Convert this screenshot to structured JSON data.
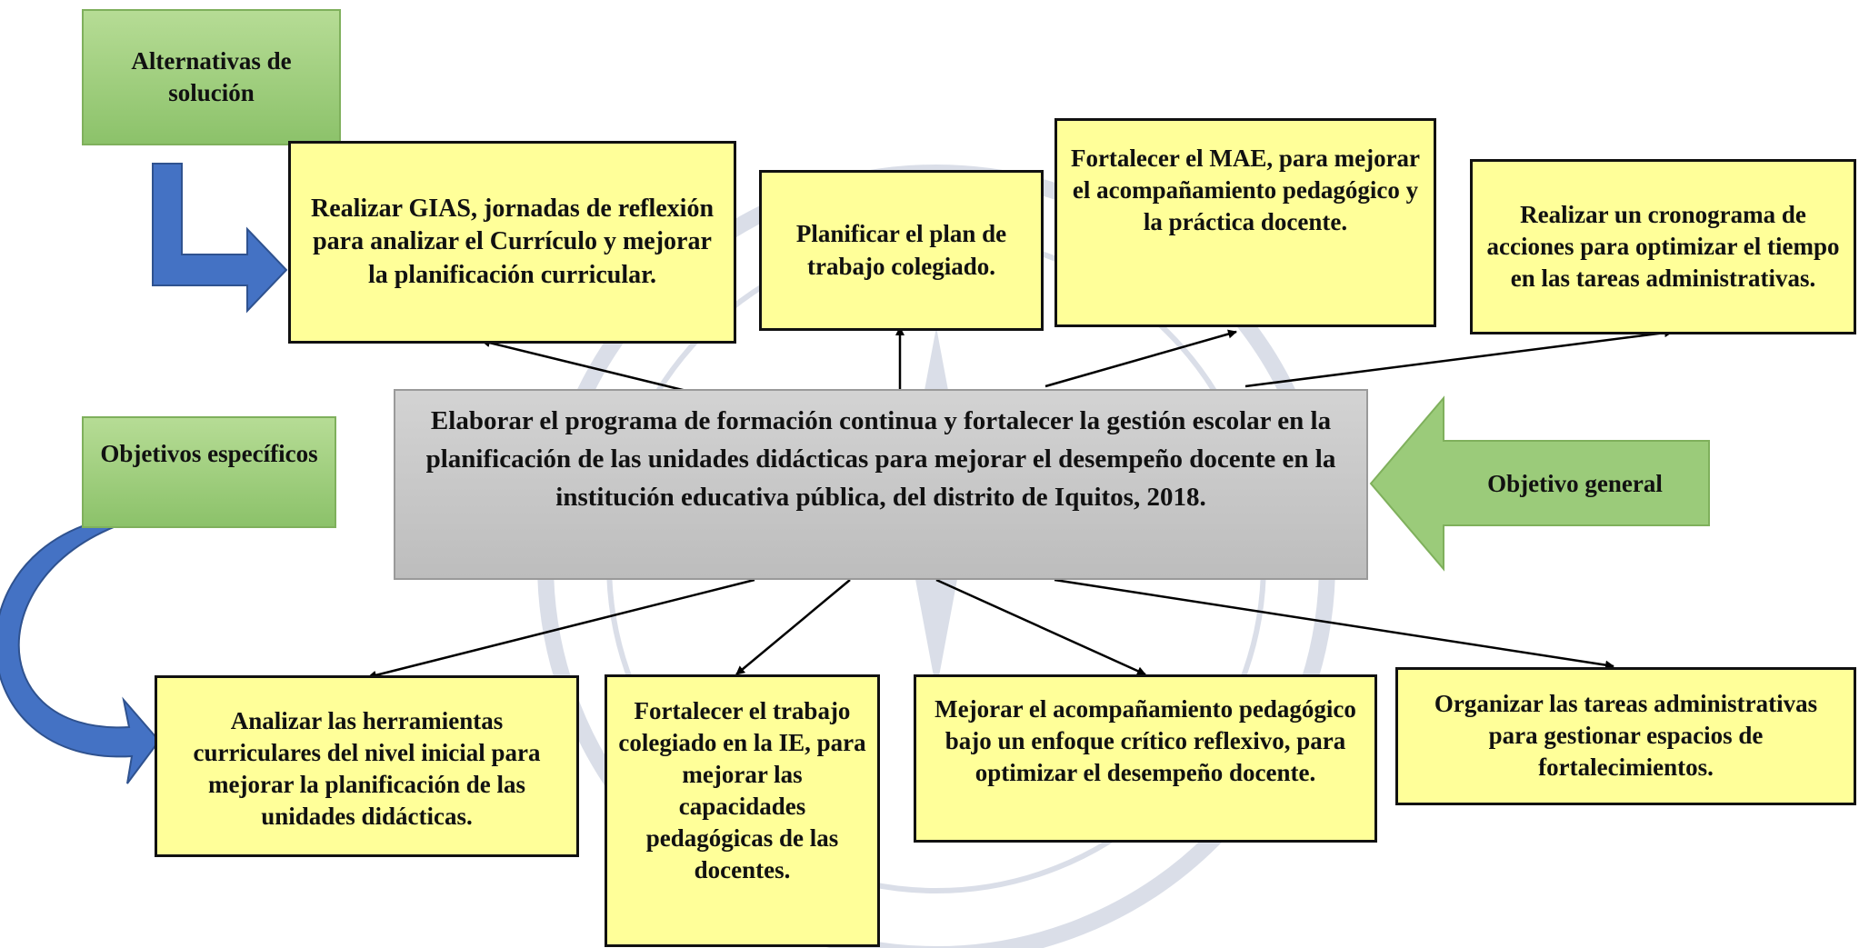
{
  "labels": {
    "alternatives": "Alternativas de solución",
    "specific_objectives": "Objetivos específicos",
    "general_objective_label": "Objetivo general"
  },
  "general_objective": "Elaborar el programa de formación continua y fortalecer la gestión escolar en la planificación de las unidades didácticas para mejorar el desempeño docente en la institución educativa pública, del distrito de Iquitos, 2018.",
  "solutions": [
    "Realizar GIAS, jornadas de reflexión para analizar el Currículo y mejorar la planificación curricular.",
    "Planificar el plan de trabajo colegiado.",
    "Fortalecer el MAE, para mejorar el acompañamiento pedagógico y la práctica docente.",
    "Realizar un cronograma de acciones para optimizar el tiempo en las tareas administrativas."
  ],
  "specific_objectives": [
    "Analizar las herramientas curriculares del nivel inicial para mejorar la planificación de las unidades didácticas.",
    "Fortalecer el trabajo colegiado en la IE, para mejorar las capacidades pedagógicas de las docentes.",
    "Mejorar el acompañamiento pedagógico bajo un enfoque crítico reflexivo, para optimizar el desempeño docente.",
    "Organizar las tareas administrativas para gestionar espacios de fortalecimientos."
  ],
  "colors": {
    "green": "#9bcb7a",
    "yellow": "#ffff99",
    "gray": "#c8c8c8",
    "blue_arrow": "#4472c4"
  }
}
